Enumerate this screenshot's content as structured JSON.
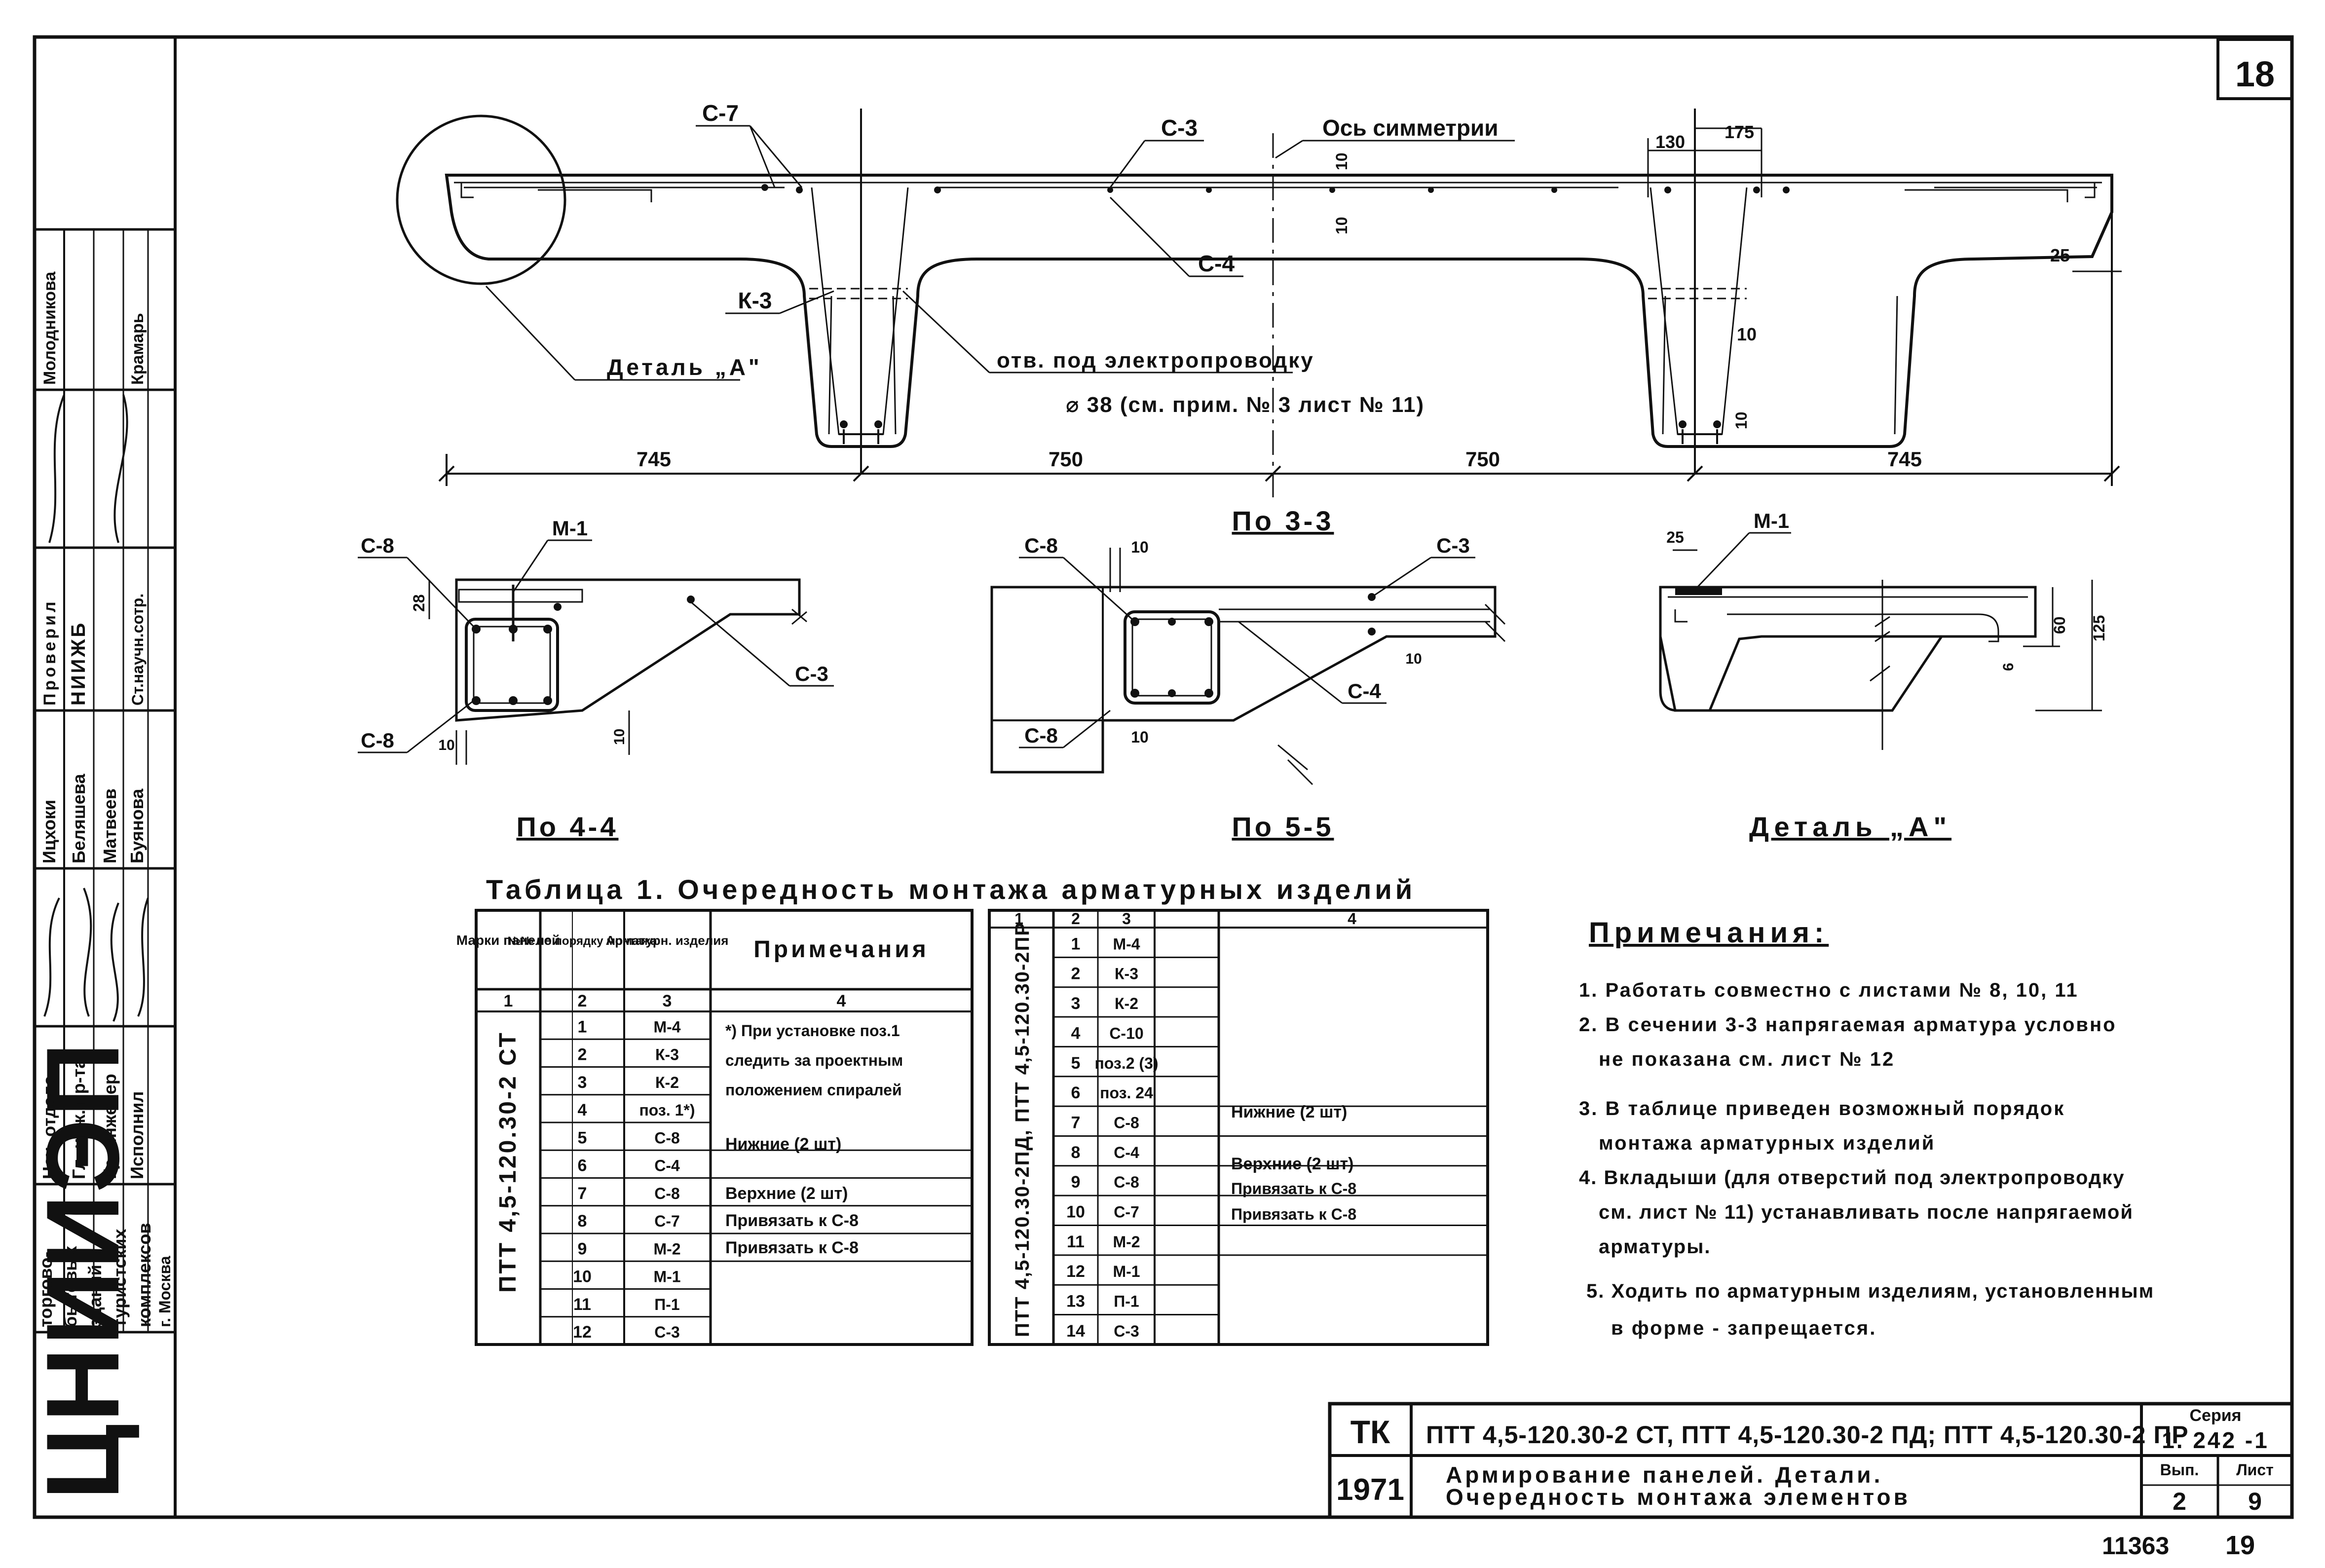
{
  "sheet_number": "18",
  "footer": {
    "left": "11363",
    "right": "19"
  },
  "drawing": {
    "labels": {
      "c7_top": "С-7",
      "c3_top": "С-3",
      "axis": "Ось симметрии",
      "c4": "С-4",
      "k3": "К-3",
      "detail_a": "Деталь „А\"",
      "hole": "отв. под электропроводку",
      "hole_dim": "⌀ 38 (см. прим. № 3 лист № 11)"
    },
    "dims": [
      "745",
      "750",
      "750",
      "745",
      "130",
      "175",
      "10",
      "10",
      "25",
      "10",
      "10"
    ],
    "sections": {
      "s33": "По 3-3",
      "s44": "По 4-4",
      "s55": "По 5-5",
      "detail": "Деталь „А\"",
      "c8": "С-8",
      "m1": "М-1",
      "c3": "С-3",
      "c4": "С-4",
      "d28": "28",
      "d10": "10",
      "d25": "25",
      "d60": "60",
      "d125": "125",
      "d6": "6"
    }
  },
  "table_title": "Таблица 1. Очередность монтажа арматурных изделий",
  "table1": {
    "headers": [
      "Марки панелей",
      "№№ по порядку монтажа",
      "Арматурн. изделия",
      "Примечания"
    ],
    "col_numbers": [
      "1",
      "2",
      "3",
      "4"
    ],
    "panel_mark": "ПТТ 4,5-120.30-2 СТ",
    "rows": [
      [
        "1",
        "М-4"
      ],
      [
        "2",
        "К-3"
      ],
      [
        "3",
        "К-2"
      ],
      [
        "4",
        "поз. 1*)"
      ],
      [
        "5",
        "С-8"
      ],
      [
        "6",
        "С-4"
      ],
      [
        "7",
        "С-8"
      ],
      [
        "8",
        "С-7"
      ],
      [
        "9",
        "М-2"
      ],
      [
        "10",
        "М-1"
      ],
      [
        "11",
        "П-1"
      ],
      [
        "12",
        "С-3"
      ]
    ],
    "note_star": "*) При установке поз.1 следить за проектным положением спиралей",
    "note_lower": "Нижние (2 шт)",
    "note_upper": "Верхние (2 шт)",
    "note_tie8": "Привязать к С-8",
    "note_tie9": "Привязать к С-8"
  },
  "table2": {
    "col_numbers": [
      "1",
      "2",
      "3",
      "4"
    ],
    "panel_mark": "ПТТ 4,5-120.30-2ПД, ПТТ 4,5-120.30-2ПР",
    "rows": [
      [
        "1",
        "М-4"
      ],
      [
        "2",
        "К-3"
      ],
      [
        "3",
        "К-2"
      ],
      [
        "4",
        "С-10"
      ],
      [
        "5",
        "поз.2 (3)"
      ],
      [
        "6",
        "поз. 24"
      ],
      [
        "7",
        "С-8"
      ],
      [
        "8",
        "С-4"
      ],
      [
        "9",
        "С-8"
      ],
      [
        "10",
        "С-7"
      ],
      [
        "11",
        "М-2"
      ],
      [
        "12",
        "М-1"
      ],
      [
        "13",
        "П-1"
      ],
      [
        "14",
        "С-3"
      ]
    ],
    "note7": "Нижние (2 шт)",
    "note9": "Верхние (2 шт)",
    "note10": "Привязать к С-8",
    "note11": "Привязать к С-8"
  },
  "notes": {
    "title": "Примечания:",
    "lines": [
      "1. Работать совместно с листами № 8, 10, 11",
      "2. В сечении 3-3 напрягаемая арматура условно",
      "не показана см. лист № 12",
      "3. В таблице приведен возможный порядок",
      "монтажа арматурных изделий",
      "4. Вкладыши (для отверстий под электропроводку",
      "см. лист № 11) устанавливать после напрягаемой",
      "арматуры.",
      "5. Ходить по арматурным изделиям, установленным",
      "в форме - запрещается."
    ]
  },
  "side_stamp": {
    "org_logo": "ЦНИИЭП",
    "org_text": [
      "торгово-",
      "бытовых",
      "зданий и",
      "туристских",
      "комплексов",
      "г. Москва"
    ],
    "roles": [
      "Нач. отдела",
      "Гл. инж. пр-та",
      "Гр. инженер",
      "Исполнил"
    ],
    "names": [
      "Ицхоки",
      "Беляшева",
      "Матвеев",
      "Буянова"
    ],
    "check_label": "Проверил",
    "check_org": "НИИЖБ",
    "check_role": "Ст.научн.сотр.",
    "check_names": [
      "Молодникова",
      "Крамарь"
    ]
  },
  "title_block": {
    "tk": "ТК",
    "year": "1971",
    "marks": "ПТТ 4,5-120.30-2 СТ, ПТТ 4,5-120.30-2 ПД; ПТТ 4,5-120.30-2 ПР",
    "title1": "Армирование панелей. Детали.",
    "title2": "Очередность монтажа элементов",
    "series_label": "Серия",
    "series": "1. 242 -1",
    "issue_label": "Вып.",
    "issue": "2",
    "sheet_label": "Лист",
    "sheet": "9"
  }
}
